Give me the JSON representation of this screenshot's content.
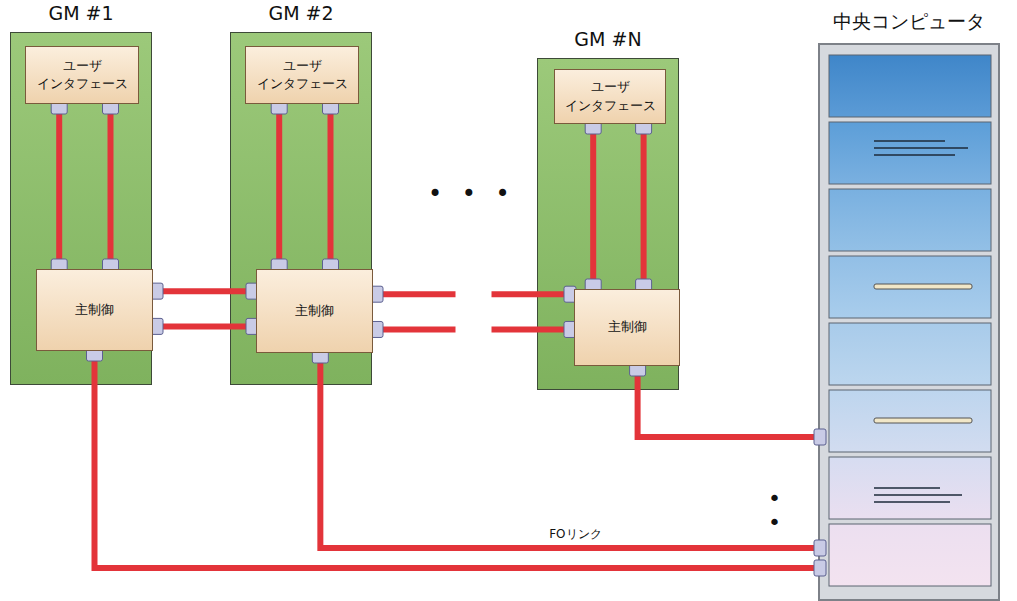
{
  "diagram": {
    "nodes": [
      {
        "text": [
          "GM #1"
        ]
      },
      {
        "text": [
          "ユーザ インタフェース"
        ],
        "in": 0
      },
      {
        "text": [
          "主制御"
        ],
        "in": 0
      },
      {
        "text": [
          "GM #2"
        ]
      },
      {
        "text": [
          "ユーザ インタフェース"
        ],
        "in": 3
      },
      {
        "text": [
          "主制御"
        ],
        "in": 3
      },
      {
        "text": [
          "GM #N"
        ]
      },
      {
        "text": [
          "ユーザ インタフェース"
        ],
        "in": 6
      },
      {
        "text": [
          "主制御"
        ],
        "in": 6
      },
      {
        "text": [
          "中央コンピュータ"
        ]
      }
    ],
    "edges": [
      {
        "from": 1,
        "to": 2,
        "arrow": "none"
      },
      {
        "from": 1,
        "to": 2,
        "arrow": "none"
      },
      {
        "from": 4,
        "to": 5,
        "arrow": "none"
      },
      {
        "from": 4,
        "to": 5,
        "arrow": "none"
      },
      {
        "from": 7,
        "to": 8,
        "arrow": "none"
      },
      {
        "from": 7,
        "to": 8,
        "arrow": "none"
      },
      {
        "from": 2,
        "to": 5,
        "arrow": "none"
      },
      {
        "from": 2,
        "to": 5,
        "arrow": "none"
      },
      {
        "from": 5,
        "to": 8,
        "arrow": "none"
      },
      {
        "from": 5,
        "to": 8,
        "arrow": "none"
      },
      {
        "from": 2,
        "to": 9,
        "arrow": "none"
      },
      {
        "from": 5,
        "to": 9,
        "label": "FOリンク",
        "arrow": "none"
      },
      {
        "from": 8,
        "to": 9,
        "arrow": "none"
      }
    ],
    "labels": [
      "• • •",
      "•",
      "•"
    ]
  }
}
